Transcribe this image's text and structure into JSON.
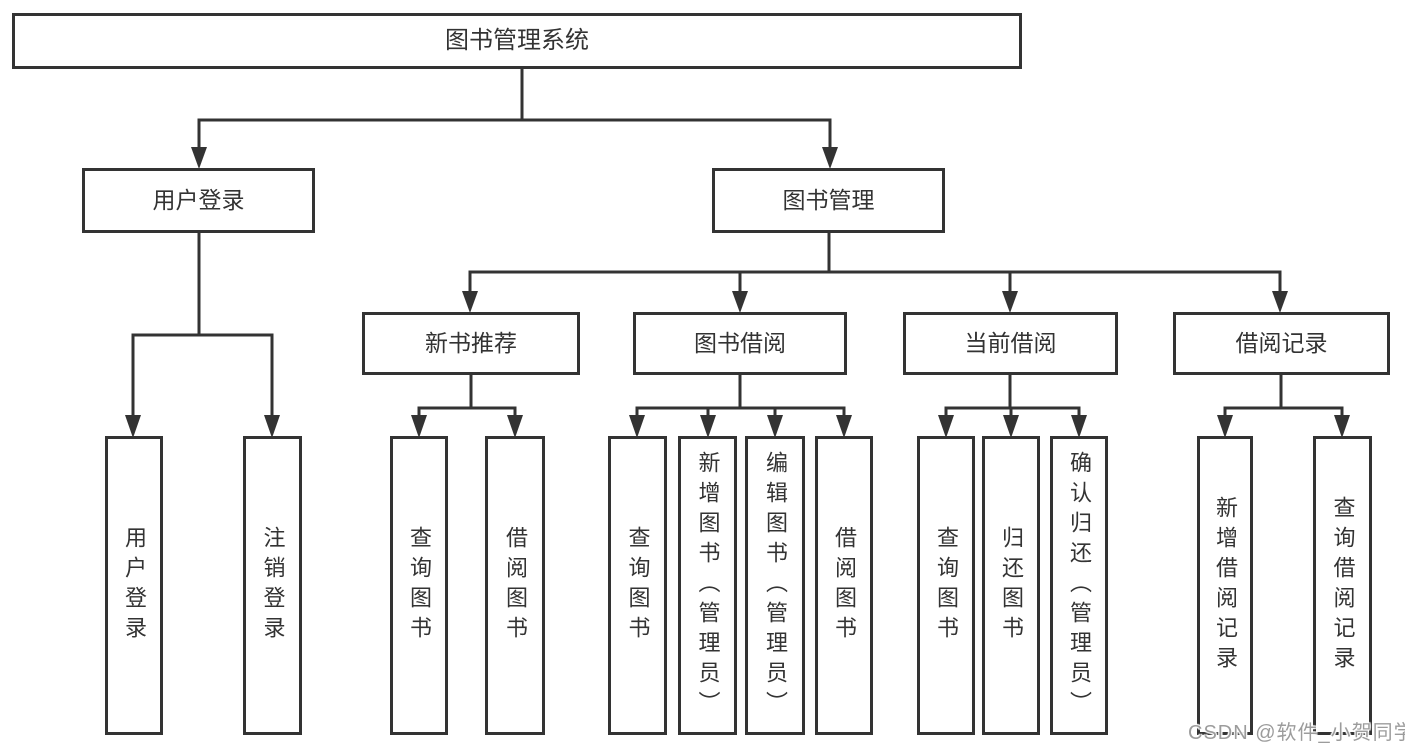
{
  "root": {
    "label": "图书管理系统"
  },
  "level2": {
    "login": {
      "label": "用户登录"
    },
    "mgmt": {
      "label": "图书管理"
    }
  },
  "level3": {
    "newbook": {
      "label": "新书推荐"
    },
    "borrow": {
      "label": "图书借阅"
    },
    "current": {
      "label": "当前借阅"
    },
    "record": {
      "label": "借阅记录"
    }
  },
  "leaves": {
    "login": [
      "用户登录",
      "注销登录"
    ],
    "newbook": [
      "查询图书",
      "借阅图书"
    ],
    "borrow": [
      "查询图书",
      "新增图书（管理员）",
      "编辑图书（管理员）",
      "借阅图书"
    ],
    "current": [
      "查询图书",
      "归还图书",
      "确认归还（管理员）"
    ],
    "record": [
      "新增借阅记录",
      "查询借阅记录"
    ]
  },
  "watermark": "CSDN @软件_小贺同学",
  "colors": {
    "line": "#333333",
    "text": "#333333",
    "background": "#ffffff",
    "watermark": "#9c9c9c"
  }
}
